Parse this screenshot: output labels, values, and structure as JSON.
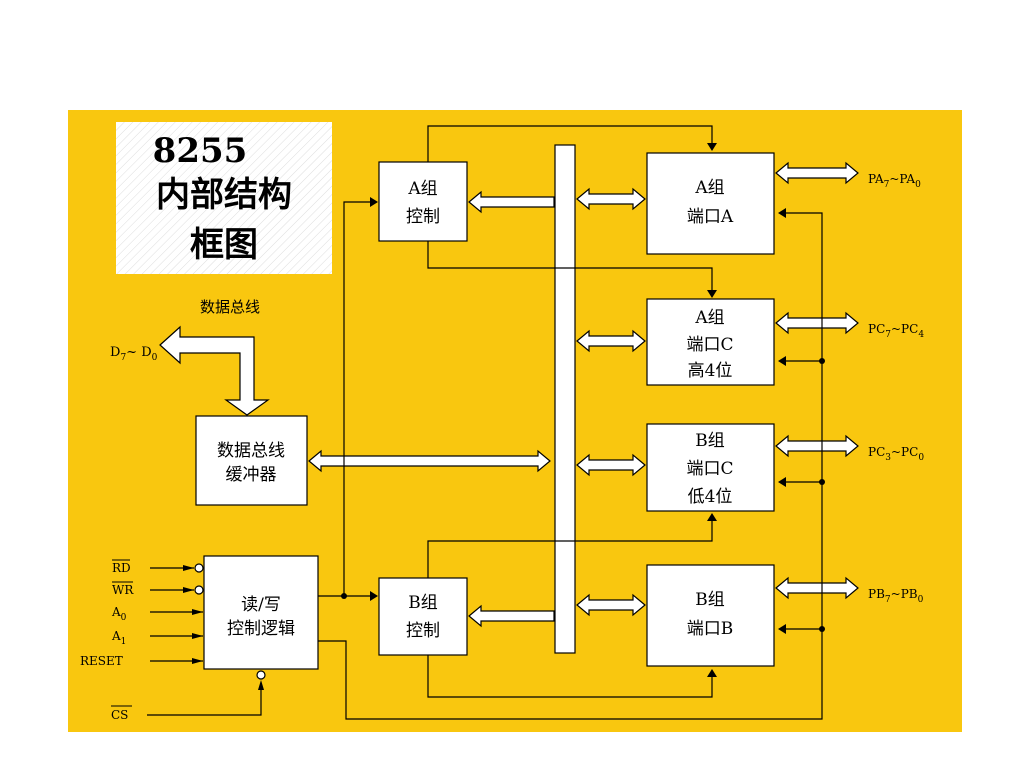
{
  "title": {
    "line1": "8255",
    "line2": "内部结构",
    "line3": "框图"
  },
  "data_bus_label": "数据总线",
  "blocks": {
    "group_a_control": {
      "line1": "A组",
      "line2": "控制"
    },
    "group_b_control": {
      "line1": "B组",
      "line2": "控制"
    },
    "data_bus_buffer": {
      "line1": "数据总线",
      "line2": "缓冲器"
    },
    "rw_logic": {
      "line1": "读/写",
      "line2": "控制逻辑"
    },
    "port_a": {
      "line1": "A组",
      "line2": "端口A"
    },
    "port_c_upper": {
      "line1": "A组",
      "line2": "端口C",
      "line3": "高4位"
    },
    "port_c_lower": {
      "line1": "B组",
      "line2": "端口C",
      "line3": "低4位"
    },
    "port_b": {
      "line1": "B组",
      "line2": "端口B"
    }
  },
  "signals": {
    "d_bus": {
      "main": "D",
      "sub1": "7",
      "sep": "~ D",
      "sub2": "0"
    },
    "pa": {
      "main": "PA",
      "sub1": "7",
      "sep": "~PA",
      "sub2": "0"
    },
    "pc_hi": {
      "main": "PC",
      "sub1": "7",
      "sep": "~PC",
      "sub2": "4"
    },
    "pc_lo": {
      "main": "PC",
      "sub1": "3",
      "sep": "~PC",
      "sub2": "0"
    },
    "pb": {
      "main": "PB",
      "sub1": "7",
      "sep": "~PB",
      "sub2": "0"
    },
    "rd": "RD",
    "wr": "WR",
    "a0": {
      "main": "A",
      "sub": "0"
    },
    "a1": {
      "main": "A",
      "sub": "1"
    },
    "reset": "RESET",
    "cs": "CS"
  },
  "colors": {
    "background_panel": "#F9C70F",
    "block_fill": "#FFFFFF",
    "lines": "#000000"
  }
}
